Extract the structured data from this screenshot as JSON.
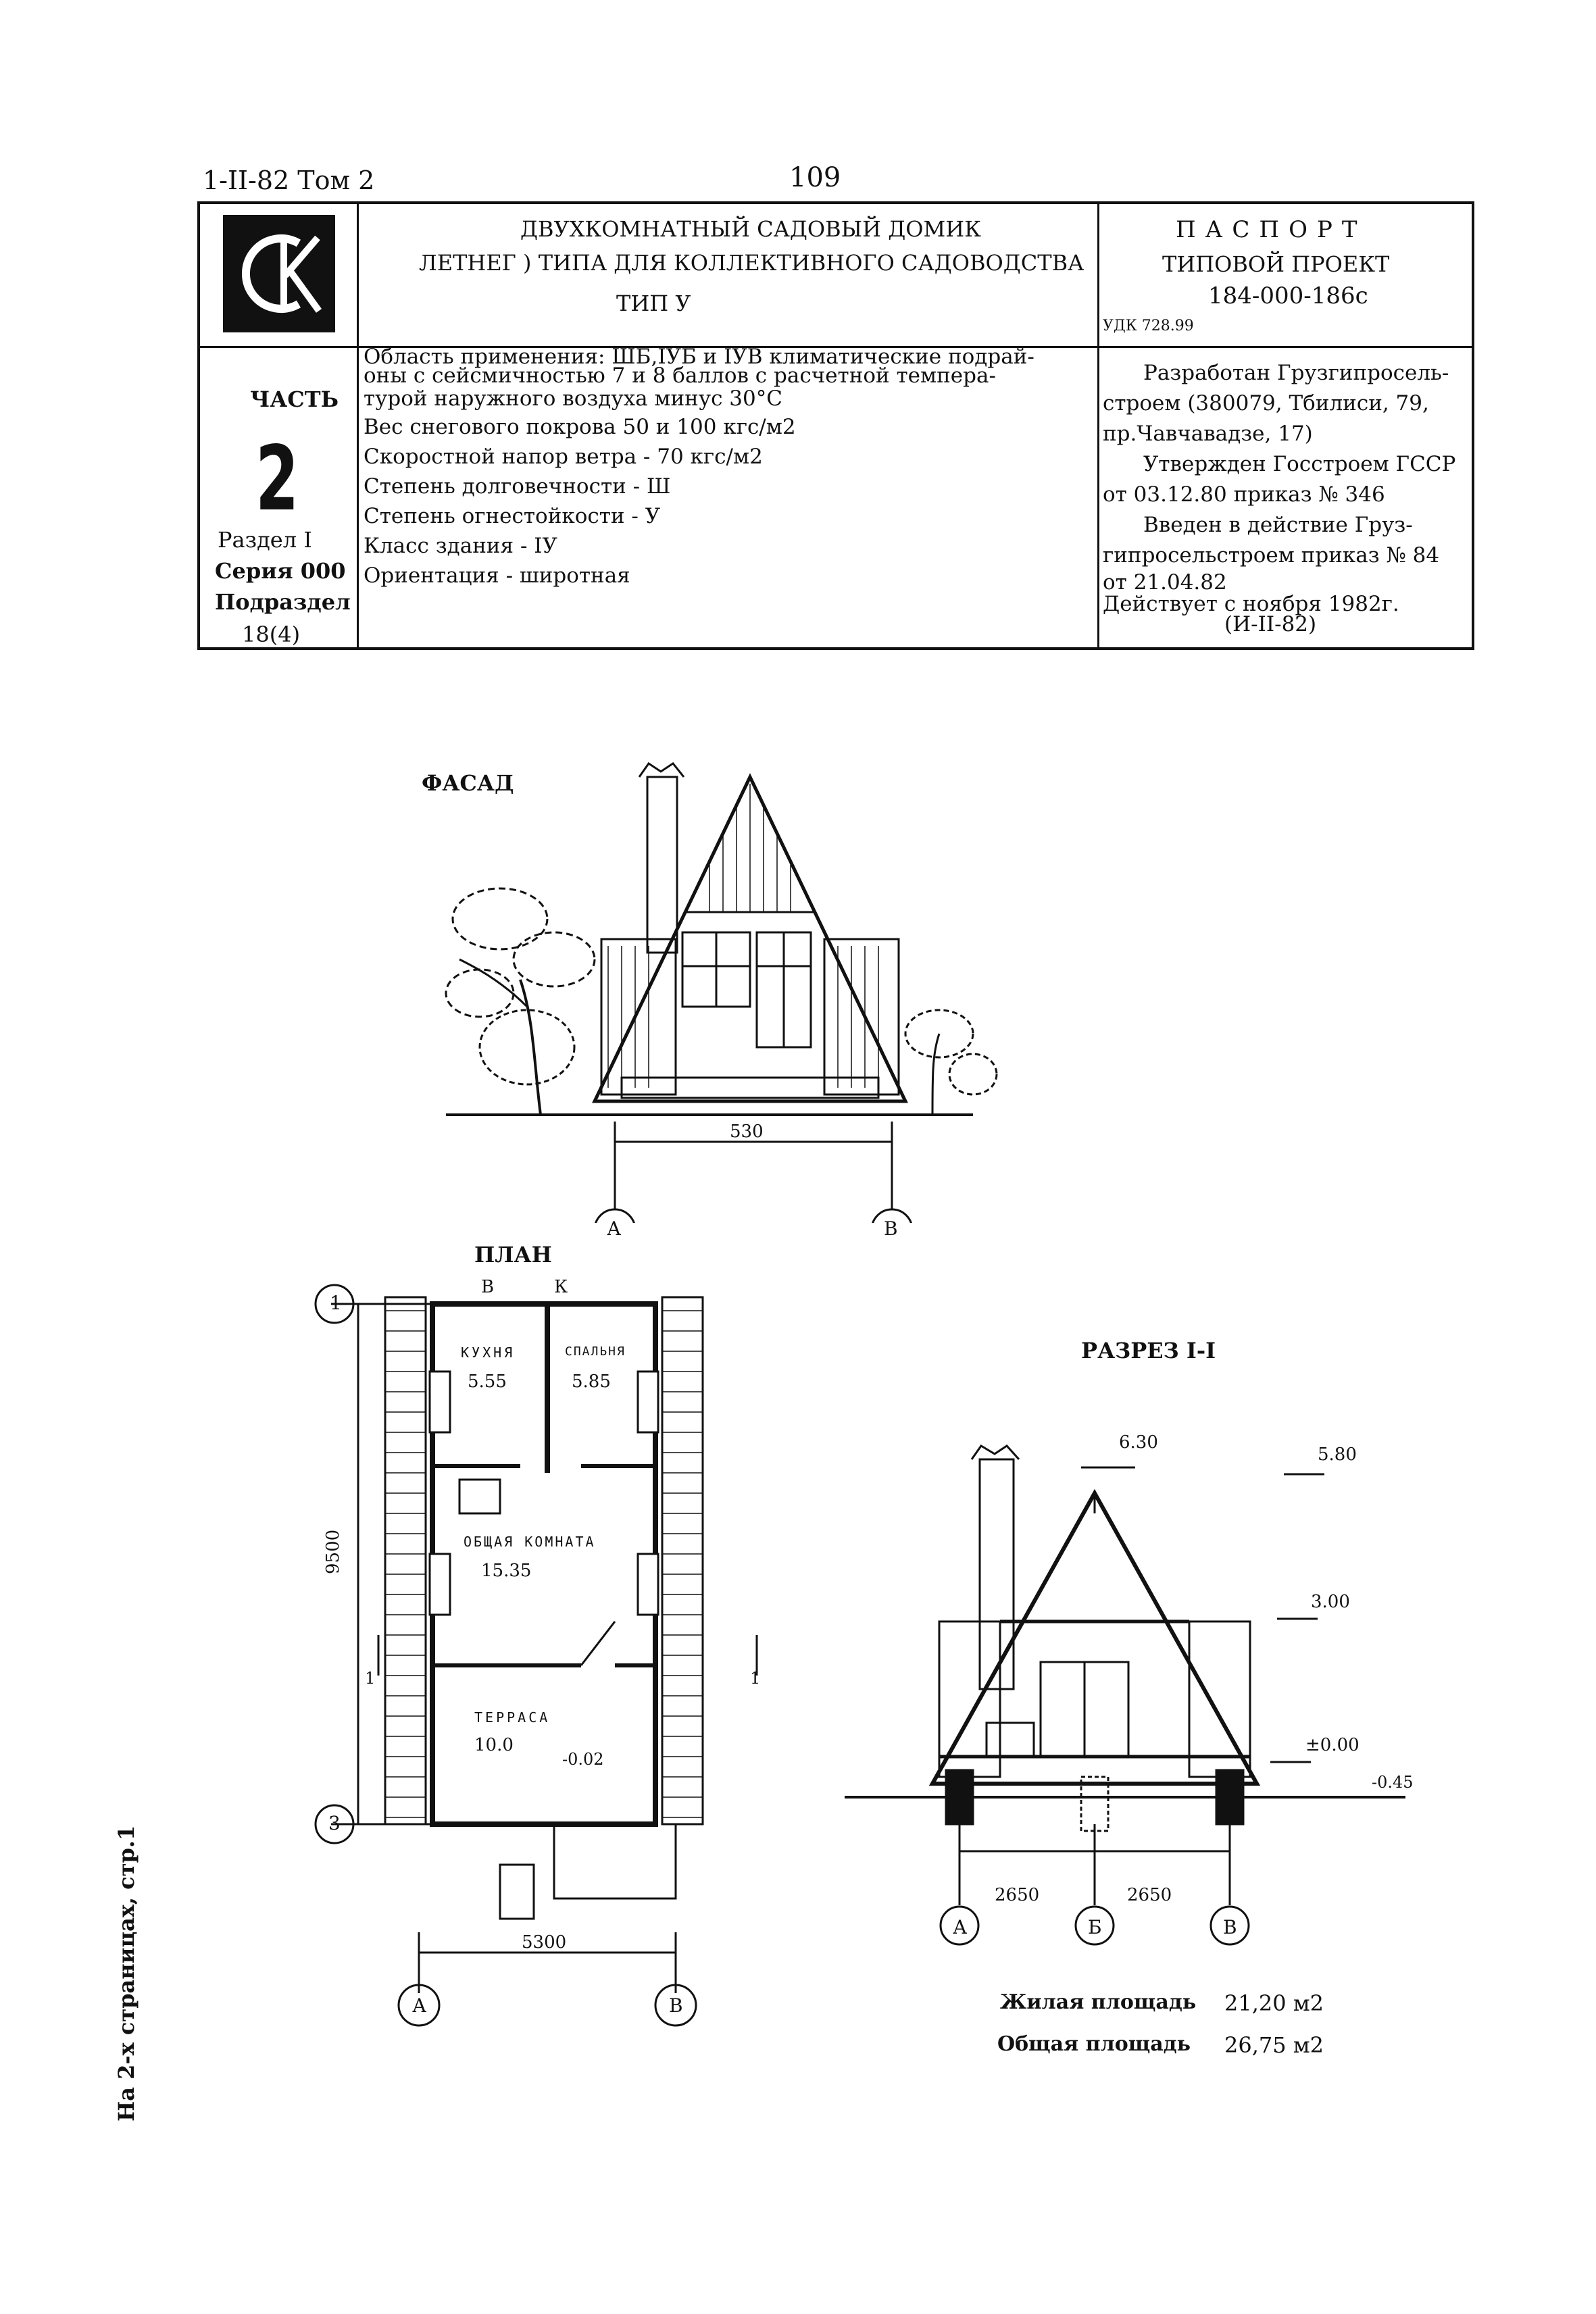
{
  "header": {
    "doc_code": "1-II-82 Том 2",
    "page_number": "109"
  },
  "title_block": {
    "logo_text": "СК",
    "title_lines": [
      "ДВУХКОМНАТНЫЙ САДОВЫЙ ДОМИК",
      "ЛЕТНЕГ ) ТИПА ДЛЯ КОЛЛЕКТИВНОГО САДОВОДСТВА",
      "ТИП У"
    ],
    "passport_title": "ПАСПОРТ",
    "project_type": "ТИПОВОЙ ПРОЕКТ",
    "project_code": "184-000-186с",
    "udk": "УДК 728.99",
    "part_label": "ЧАСТЬ",
    "part_number": "2",
    "section": "Раздел I",
    "series": "Серия 000",
    "subsection_label": "Подраздел",
    "subsection_value": "18(4)",
    "params": [
      "Область применения: ШБ,IУБ и IУВ климатические подрай-",
      "оны с сейсмичностью 7 и 8 баллов с расчетной темпера-",
      "турой наружного воздуха минус 30°С",
      "Вес снегового покрова 50 и 100 кгс/м2",
      "Скоростной напор ветра   - 70 кгс/м2",
      "Степень долговечности     - Ш",
      "Степень огнестойкости     - У",
      "Класс здания                   - IУ",
      "Ориентация                     - широтная"
    ],
    "developer_lines": [
      "Разработан Грузгипросель-",
      "строем (380079, Тбилиси, 79,",
      "пр.Чавчавадзе, 17)",
      "Утвержден Госстроем ГССР",
      "от 03.12.80 приказ № 346",
      "Введен в действие Груз-",
      "гипросельстроем приказ № 84",
      "от 21.04.82",
      "Действует с ноября 1982г.",
      "(И-II-82)"
    ]
  },
  "facade": {
    "title": "ФАСАД",
    "dimension": "530",
    "axis_left": "А",
    "axis_right": "В"
  },
  "plan": {
    "title": "ПЛАН",
    "entry_in": "В",
    "entry_out": "К",
    "rooms": [
      {
        "name": "КУХНЯ",
        "area": "5.55"
      },
      {
        "name": "СПАЛЬНЯ",
        "area": "5.85"
      },
      {
        "name": "ОБЩАЯ КОМНАТА",
        "area": "15.35"
      },
      {
        "name": "ТЕРРАСА",
        "area": "10.0"
      }
    ],
    "level_mark": "-0.02",
    "height_dim": "9500",
    "width_dim": "5300",
    "axis_top": "1",
    "axis_bottom": "3",
    "axis_left": "А",
    "axis_right": "В",
    "cut_mark": "1"
  },
  "section": {
    "title": "РАЗРЕЗ I-I",
    "levels": [
      "6.30",
      "5.80",
      "3.00",
      "±0.00",
      "-0.45"
    ],
    "dims": [
      "2650",
      "2650"
    ],
    "axes": [
      "А",
      "Б",
      "В"
    ]
  },
  "areas": {
    "living_label": "Жилая площадь",
    "living_value": "21,20 м2",
    "total_label": "Общая площадь",
    "total_value": "26,75 м2"
  },
  "side_note": "На 2-х страницах, стр.1"
}
